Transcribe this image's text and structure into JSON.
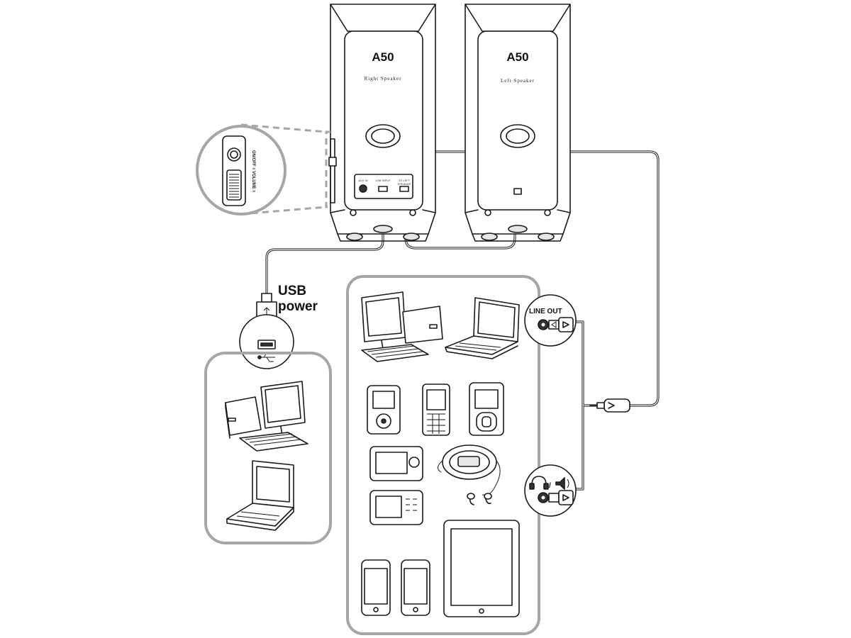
{
  "speakers": {
    "right": {
      "model": "A50",
      "label": "Right Speaker"
    },
    "left": {
      "model": "A50",
      "label": "Left Speaker"
    }
  },
  "jacks": {
    "aux_in": "AUX IN",
    "usb_input": "USB INPUT",
    "to_left": "TO LEFT",
    "to_left_2": "SPEAKER"
  },
  "controls": {
    "power_volume": "ON/OFF  ◊ VOLUME ◊"
  },
  "usb_power": {
    "line1": "USB",
    "line2": "power"
  },
  "line_out": {
    "label": "LINE OUT"
  },
  "headphone": {
    "icon_name": "headphone-icon",
    "separator": "/"
  }
}
